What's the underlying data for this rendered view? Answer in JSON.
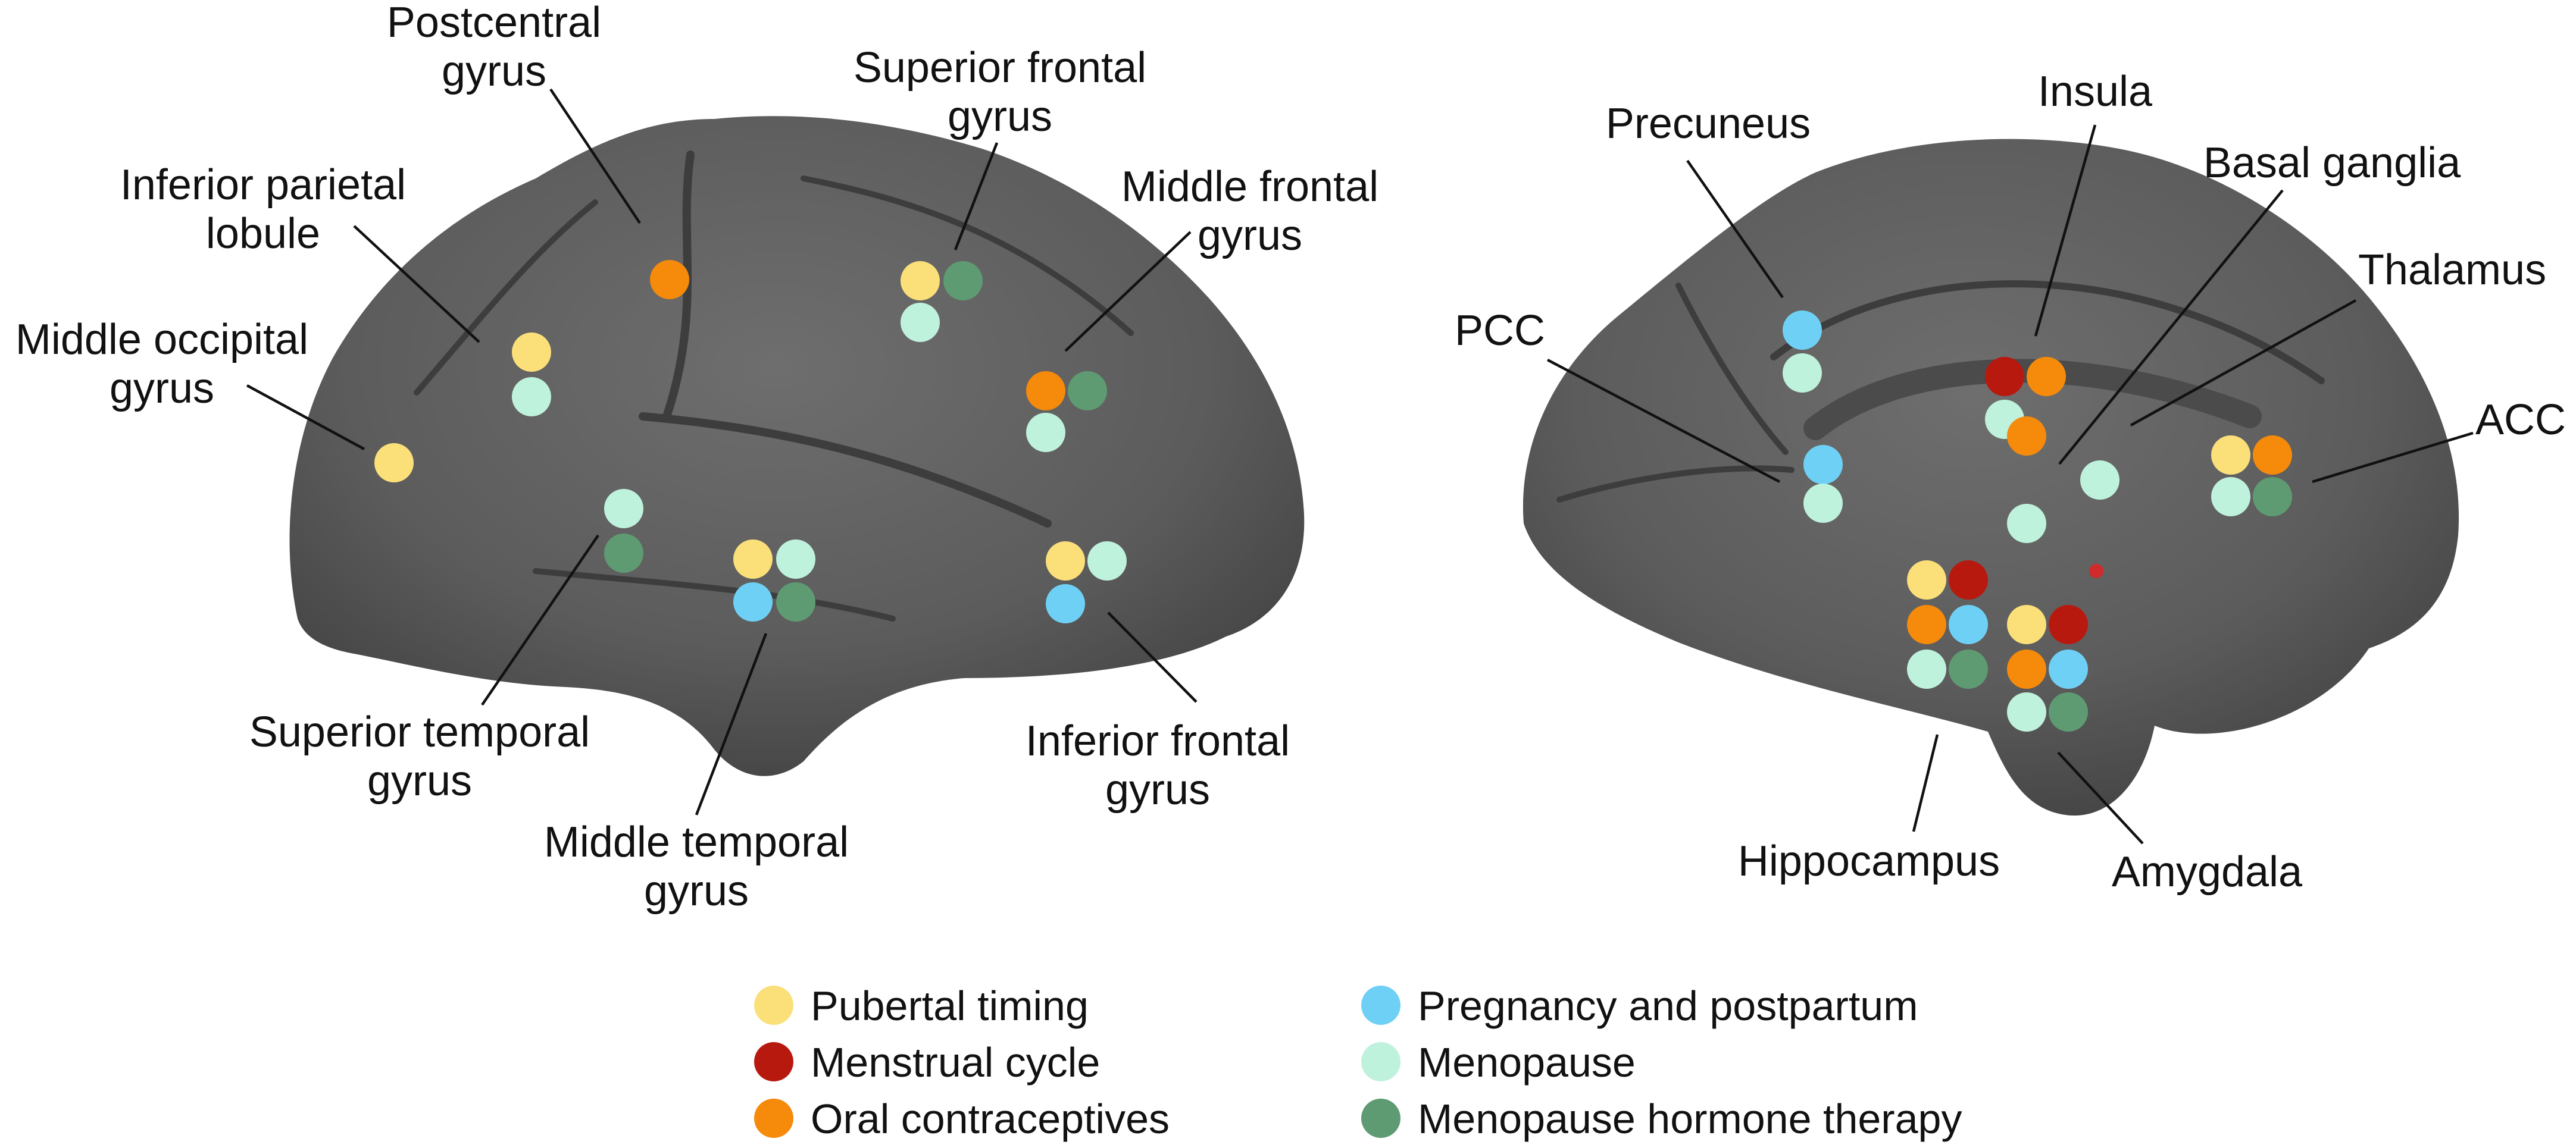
{
  "categories": [
    {
      "key": "pubertal",
      "label": "Pubertal timing",
      "color": "#FBE07A"
    },
    {
      "key": "menstrual",
      "label": "Menstrual cycle",
      "color": "#B8190F"
    },
    {
      "key": "oral",
      "label": "Oral contraceptives",
      "color": "#F58A0B"
    },
    {
      "key": "pregnancy",
      "label": "Pregnancy and postpartum",
      "color": "#6FD0F5"
    },
    {
      "key": "menopause",
      "label": "Menopause",
      "color": "#BFF2DC"
    },
    {
      "key": "mht",
      "label": "Menopause hormone therapy",
      "color": "#5E9B72"
    }
  ],
  "lateral": {
    "regions": [
      {
        "key": "postcentral",
        "lines": [
          "Postcentral",
          "gyrus"
        ],
        "markers": [
          "oral"
        ]
      },
      {
        "key": "inferior-parietal",
        "lines": [
          "Inferior parietal",
          "lobule"
        ],
        "markers": [
          "pubertal",
          "menopause"
        ]
      },
      {
        "key": "middle-occipital",
        "lines": [
          "Middle occipital",
          "gyrus"
        ],
        "markers": [
          "pubertal"
        ]
      },
      {
        "key": "superior-frontal",
        "lines": [
          "Superior frontal",
          "gyrus"
        ],
        "markers": [
          "pubertal",
          "mht",
          "menopause"
        ]
      },
      {
        "key": "middle-frontal",
        "lines": [
          "Middle frontal",
          "gyrus"
        ],
        "markers": [
          "oral",
          "mht",
          "menopause"
        ]
      },
      {
        "key": "superior-temporal",
        "lines": [
          "Superior temporal",
          "gyrus"
        ],
        "markers": [
          "menopause",
          "mht"
        ]
      },
      {
        "key": "middle-temporal",
        "lines": [
          "Middle temporal",
          "gyrus"
        ],
        "markers": [
          "pubertal",
          "menopause",
          "pregnancy",
          "mht"
        ]
      },
      {
        "key": "inferior-frontal",
        "lines": [
          "Inferior frontal",
          "gyrus"
        ],
        "markers": [
          "pubertal",
          "menopause",
          "pregnancy"
        ]
      }
    ]
  },
  "medial": {
    "regions": [
      {
        "key": "precuneus",
        "lines": [
          "Precuneus"
        ],
        "markers": [
          "pregnancy",
          "menopause"
        ]
      },
      {
        "key": "insula",
        "lines": [
          "Insula"
        ],
        "markers": [
          "menstrual",
          "oral",
          "menopause"
        ]
      },
      {
        "key": "basal-ganglia",
        "lines": [
          "Basal ganglia"
        ],
        "markers": [
          "oral",
          "menopause"
        ]
      },
      {
        "key": "thalamus",
        "lines": [
          "Thalamus"
        ],
        "markers": [
          "menopause"
        ]
      },
      {
        "key": "pcc",
        "lines": [
          "PCC"
        ],
        "markers": [
          "pregnancy",
          "menopause"
        ]
      },
      {
        "key": "acc",
        "lines": [
          "ACC"
        ],
        "markers": [
          "pubertal",
          "oral",
          "menopause",
          "mht"
        ]
      },
      {
        "key": "hippocampus",
        "lines": [
          "Hippocampus"
        ],
        "markers": [
          "pubertal",
          "menstrual",
          "oral",
          "pregnancy",
          "menopause",
          "mht"
        ]
      },
      {
        "key": "amygdala",
        "lines": [
          "Amygdala"
        ],
        "markers": [
          "pubertal",
          "menstrual",
          "oral",
          "pregnancy",
          "menopause",
          "mht"
        ]
      }
    ]
  }
}
